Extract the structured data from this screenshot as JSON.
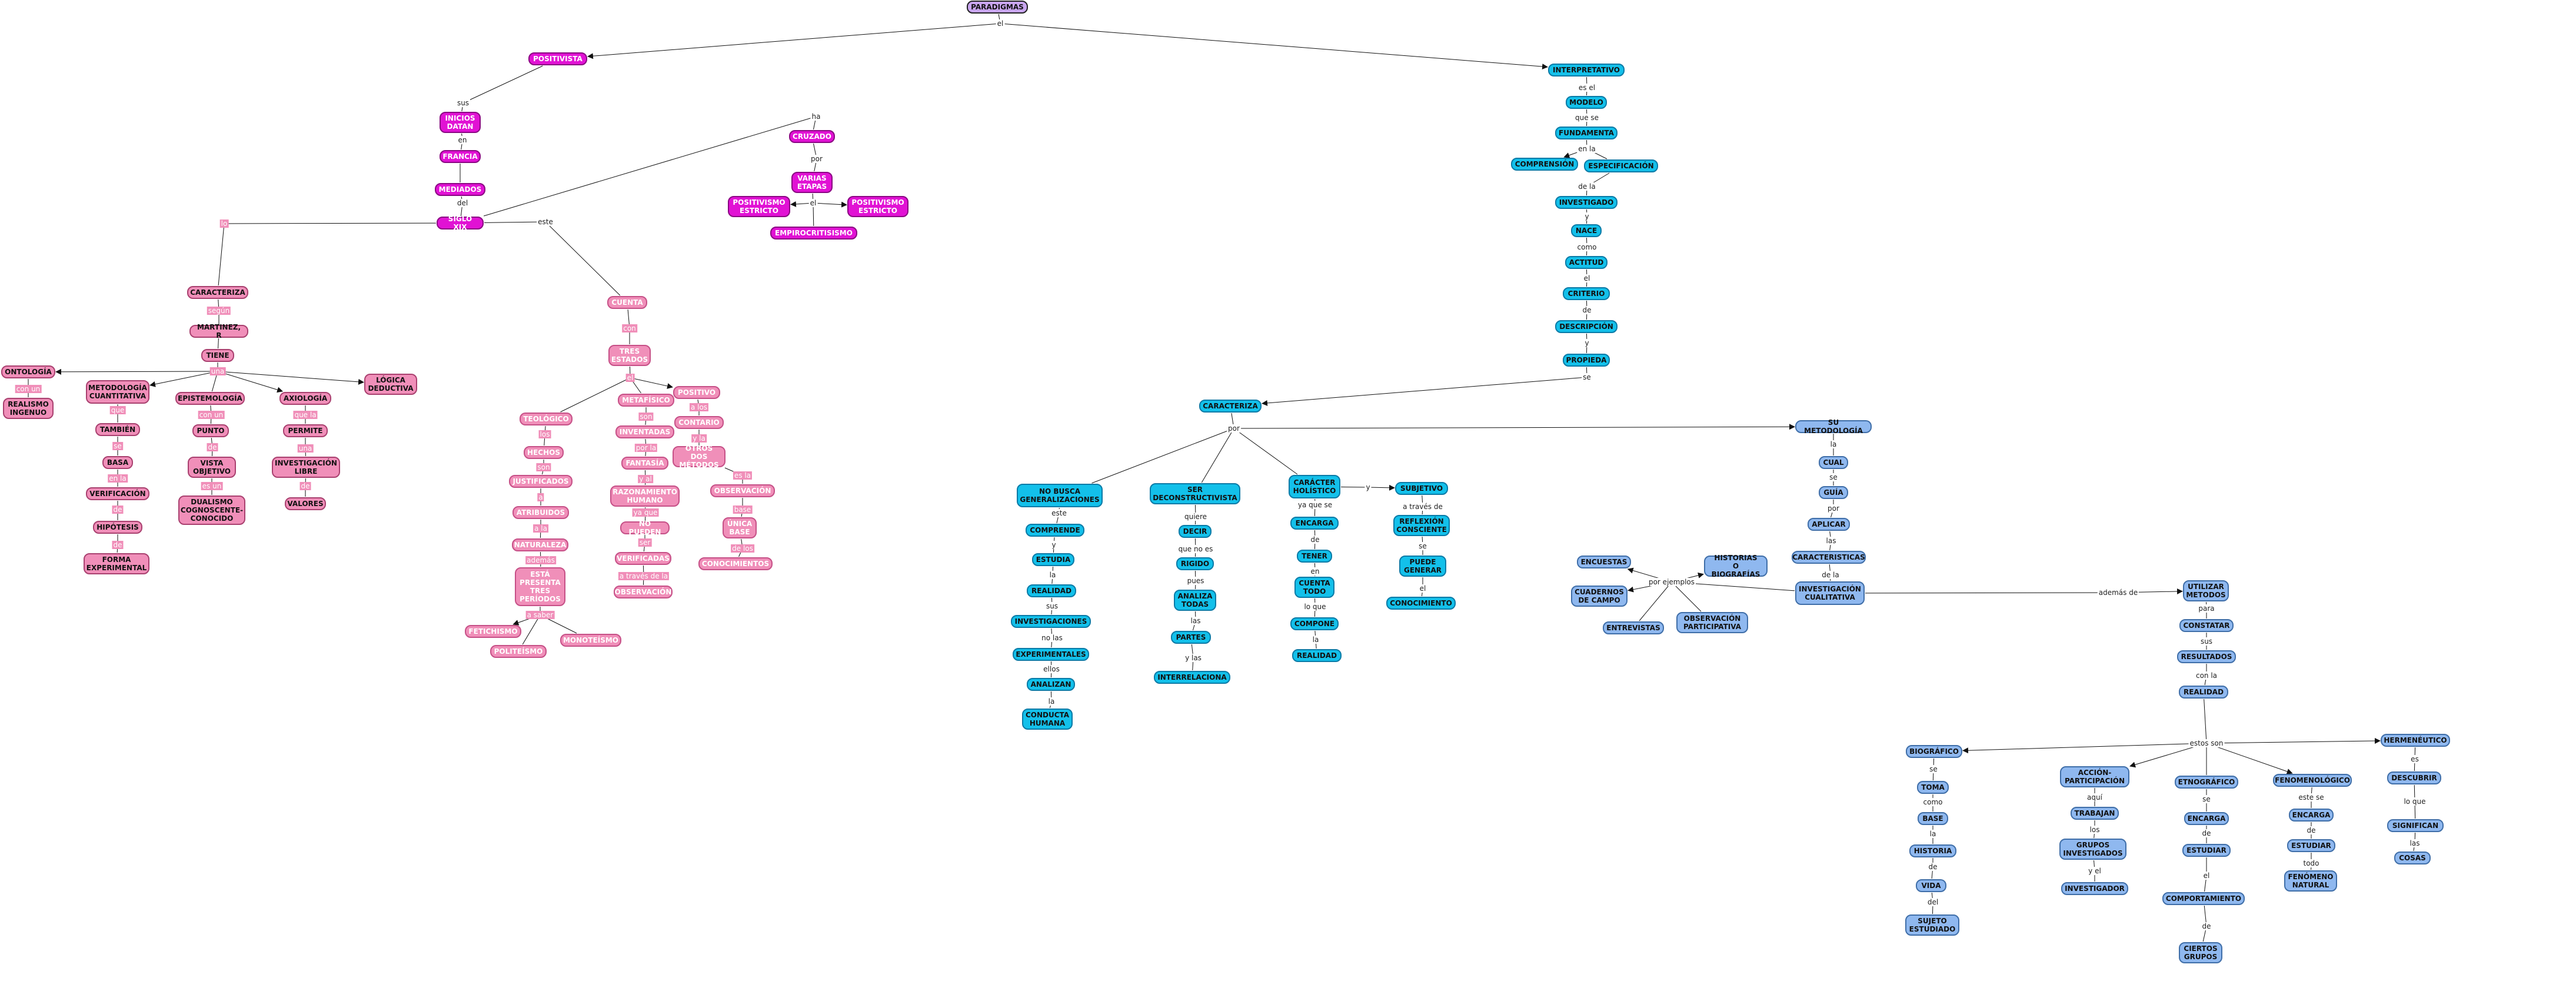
{
  "nodes": [
    {
      "id": "paradigmas",
      "text": "PARADIGMAS",
      "style": "root"
    },
    {
      "id": "positivista",
      "text": "POSITIVISTA",
      "style": "mag"
    },
    {
      "id": "inicios",
      "text": "INICIOS\nDATAN",
      "style": "mag"
    },
    {
      "id": "francia",
      "text": "FRANCIA",
      "style": "mag"
    },
    {
      "id": "mediados",
      "text": "MEDIADOS",
      "style": "mag"
    },
    {
      "id": "sigloxix",
      "text": "SIGLO XIX",
      "style": "mag"
    },
    {
      "id": "cruzado",
      "text": "CRUZADO",
      "style": "mag"
    },
    {
      "id": "varias",
      "text": "VARIAS\nETAPAS",
      "style": "mag"
    },
    {
      "id": "posestricto",
      "text": "POSITIVISMO\nESTRICTO",
      "style": "mag"
    },
    {
      "id": "posestricto2",
      "text": "POSITIVISMO\nESTRICTO",
      "style": "mag"
    },
    {
      "id": "empirio",
      "text": "EMPIROCRITISISMO",
      "style": "mag"
    },
    {
      "id": "caracteriza1",
      "text": "CARACTERIZA",
      "style": "pinkd"
    },
    {
      "id": "martinez",
      "text": "MARTINEZ, R",
      "style": "pinkd"
    },
    {
      "id": "tiene",
      "text": "TIENE",
      "style": "pinkd"
    },
    {
      "id": "ontologia",
      "text": "ONTOLOGÍA",
      "style": "pinkd"
    },
    {
      "id": "realismo",
      "text": "REALISMO\nINGENUO",
      "style": "pinkd"
    },
    {
      "id": "metodologia",
      "text": "METODOLOGÍA\nCUANTITATIVA",
      "style": "pinkd"
    },
    {
      "id": "tambien",
      "text": "TAMBIÉN",
      "style": "pinkd"
    },
    {
      "id": "basa",
      "text": "BASA",
      "style": "pinkd"
    },
    {
      "id": "verificacion",
      "text": "VERIFICACIÓN",
      "style": "pinkd"
    },
    {
      "id": "hipotesis",
      "text": "HIPÓTESIS",
      "style": "pinkd"
    },
    {
      "id": "forma",
      "text": "FORMA\nEXPERIMENTAL",
      "style": "pinkd"
    },
    {
      "id": "epistemologia",
      "text": "EPISTEMOLOGÍA",
      "style": "pinkd"
    },
    {
      "id": "punto",
      "text": "PUNTO",
      "style": "pinkd"
    },
    {
      "id": "vista",
      "text": "VISTA\nOBJETIVO",
      "style": "pinkd"
    },
    {
      "id": "dualismo",
      "text": "DUALISMO\nCOGNOSCENTE-\nCONOCIDO",
      "style": "pinkd"
    },
    {
      "id": "axiologia",
      "text": "AXIOLOGÍA",
      "style": "pinkd"
    },
    {
      "id": "permite",
      "text": "PERMITE",
      "style": "pinkd"
    },
    {
      "id": "investlibre",
      "text": "INVESTIGACIÓN\nLIBRE",
      "style": "pinkd"
    },
    {
      "id": "valores",
      "text": "VALORES",
      "style": "pinkd"
    },
    {
      "id": "logica",
      "text": "LÓGICA\nDEDUCTIVA",
      "style": "pinkd"
    },
    {
      "id": "cuenta",
      "text": "CUENTA",
      "style": "pink"
    },
    {
      "id": "tres",
      "text": "TRES\nESTADOS",
      "style": "pink"
    },
    {
      "id": "teologico",
      "text": "TEOLÓGICO",
      "style": "pink"
    },
    {
      "id": "hechos",
      "text": "HECHOS",
      "style": "pink"
    },
    {
      "id": "justificados",
      "text": "JUSTIFICADOS",
      "style": "pink"
    },
    {
      "id": "atribuidos",
      "text": "ATRIBUIDOS",
      "style": "pink"
    },
    {
      "id": "naturaleza",
      "text": "NATURALEZA",
      "style": "pink"
    },
    {
      "id": "esta",
      "text": "ESTÁ\nPRESENTA\nTRES\nPERÍODOS",
      "style": "pink"
    },
    {
      "id": "fetichismo",
      "text": "FETICHISMO",
      "style": "pink"
    },
    {
      "id": "politeismo",
      "text": "POLITEÍSMO",
      "style": "pink"
    },
    {
      "id": "monoteismo",
      "text": "MONOTEÍSMO",
      "style": "pink"
    },
    {
      "id": "metafisico",
      "text": "METAFÍSICO",
      "style": "pink"
    },
    {
      "id": "inventadas",
      "text": "INVENTADAS",
      "style": "pink"
    },
    {
      "id": "fantasia",
      "text": "FANTASÍA",
      "style": "pink"
    },
    {
      "id": "razonamiento",
      "text": "RAZONAMIENTO\nHUMANO",
      "style": "pink"
    },
    {
      "id": "nopueden",
      "text": "NO PUEDEN",
      "style": "pink"
    },
    {
      "id": "verificadas",
      "text": "VERIFICADAS",
      "style": "pink"
    },
    {
      "id": "observacion1",
      "text": "OBSERVACIÓN",
      "style": "pink"
    },
    {
      "id": "positivo",
      "text": "POSITIVO",
      "style": "pink"
    },
    {
      "id": "contario",
      "text": "CONTARIO",
      "style": "pink"
    },
    {
      "id": "otros",
      "text": "OTROS DOS\nMÉTODOS",
      "style": "pink"
    },
    {
      "id": "observacion2",
      "text": "OBSERVACIÓN",
      "style": "pink"
    },
    {
      "id": "unica",
      "text": "ÚNICA\nBASE",
      "style": "pink"
    },
    {
      "id": "conocimientos",
      "text": "CONOCIMIENTOS",
      "style": "pink"
    },
    {
      "id": "interpretativo",
      "text": "INTERPRETATIVO",
      "style": "cyan"
    },
    {
      "id": "modelo",
      "text": "MODELO",
      "style": "cyan"
    },
    {
      "id": "fundamenta",
      "text": "FUNDAMENTA",
      "style": "cyan"
    },
    {
      "id": "comprension",
      "text": "COMPRENSIÓN",
      "style": "cyan"
    },
    {
      "id": "especificacion",
      "text": "ESPECIFICACIÓN",
      "style": "cyan"
    },
    {
      "id": "investigado",
      "text": "INVESTIGADO",
      "style": "cyan"
    },
    {
      "id": "nace",
      "text": "NACE",
      "style": "cyan"
    },
    {
      "id": "actitud",
      "text": "ACTITUD",
      "style": "cyan"
    },
    {
      "id": "criterio",
      "text": "CRITERIO",
      "style": "cyan"
    },
    {
      "id": "descripcion",
      "text": "DESCRIPCIÓN",
      "style": "cyan"
    },
    {
      "id": "propiedad",
      "text": "PROPIEDA",
      "style": "cyan"
    },
    {
      "id": "caracteriza2",
      "text": "CARACTERIZA",
      "style": "cyan"
    },
    {
      "id": "nobusca",
      "text": "NO BUSCA\nGENERALIZACIONES",
      "style": "cyan"
    },
    {
      "id": "comprende",
      "text": "COMPRENDE",
      "style": "cyan"
    },
    {
      "id": "estudia",
      "text": "ESTUDIA",
      "style": "cyan"
    },
    {
      "id": "realidad1",
      "text": "REALIDAD",
      "style": "cyan"
    },
    {
      "id": "investigaciones",
      "text": "INVESTIGACIONES",
      "style": "cyan"
    },
    {
      "id": "experimentales",
      "text": "EXPERIMENTALES",
      "style": "cyan"
    },
    {
      "id": "analizan",
      "text": "ANALIZAN",
      "style": "cyan"
    },
    {
      "id": "conducta",
      "text": "CONDUCTA\nHUMANA",
      "style": "cyan"
    },
    {
      "id": "ser",
      "text": "SER\nDECONSTRUCTIVISTA",
      "style": "cyan"
    },
    {
      "id": "decir",
      "text": "DECIR",
      "style": "cyan"
    },
    {
      "id": "rigido",
      "text": "RIGIDO",
      "style": "cyan"
    },
    {
      "id": "analiza",
      "text": "ANALIZA\nTODAS",
      "style": "cyan"
    },
    {
      "id": "partes",
      "text": "PARTES",
      "style": "cyan"
    },
    {
      "id": "interrelaciona",
      "text": "INTERRELACIONA",
      "style": "cyan"
    },
    {
      "id": "caracter",
      "text": "CARÁCTER\nHOLÍSTICO",
      "style": "cyan"
    },
    {
      "id": "encarga1",
      "text": "ENCARGA",
      "style": "cyan"
    },
    {
      "id": "tener",
      "text": "TENER",
      "style": "cyan"
    },
    {
      "id": "cuentatodo",
      "text": "CUENTA\nTODO",
      "style": "cyan"
    },
    {
      "id": "compone",
      "text": "COMPONE",
      "style": "cyan"
    },
    {
      "id": "realidad2",
      "text": "REALIDAD",
      "style": "cyan"
    },
    {
      "id": "subjetivo",
      "text": "SUBJETIVO",
      "style": "cyan"
    },
    {
      "id": "reflexion",
      "text": "REFLEXIÓN\nCONSCIENTE",
      "style": "cyan"
    },
    {
      "id": "puede",
      "text": "PUEDE\nGENERAR",
      "style": "cyan"
    },
    {
      "id": "conocimiento",
      "text": "CONOCIMIENTO",
      "style": "cyan"
    },
    {
      "id": "sumetodologia",
      "text": "SU METODOLOGÍA",
      "style": "blue"
    },
    {
      "id": "cual",
      "text": "CUAL",
      "style": "blue"
    },
    {
      "id": "guia",
      "text": "GUÍA",
      "style": "blue"
    },
    {
      "id": "aplicar",
      "text": "APLICAR",
      "style": "blue"
    },
    {
      "id": "caracteristicas",
      "text": "CARACTERISTICAS",
      "style": "blue"
    },
    {
      "id": "invcual",
      "text": "INVESTIGACIÓN\nCUALITATIVA",
      "style": "blue"
    },
    {
      "id": "encuestas",
      "text": "ENCUESTAS",
      "style": "blue"
    },
    {
      "id": "historias",
      "text": "HISTORIAS\nO BIOGRAFÍAS",
      "style": "blue"
    },
    {
      "id": "cuadernos",
      "text": "CUADERNOS\nDE CAMPO",
      "style": "blue"
    },
    {
      "id": "entrevistas",
      "text": "ENTREVISTAS",
      "style": "blue"
    },
    {
      "id": "observpart",
      "text": "OBSERVACIÓN\nPARTICIPATIVA",
      "style": "blue"
    },
    {
      "id": "utilizar",
      "text": "UTILIZAR\nMETODOS",
      "style": "blue"
    },
    {
      "id": "constatar",
      "text": "CONSTATAR",
      "style": "blue"
    },
    {
      "id": "resultados",
      "text": "RESULTADOS",
      "style": "blue"
    },
    {
      "id": "realidad3",
      "text": "REALIDAD",
      "style": "blue"
    },
    {
      "id": "biografico",
      "text": "BIOGRÁFICO",
      "style": "blue"
    },
    {
      "id": "toma",
      "text": "TOMA",
      "style": "blue"
    },
    {
      "id": "base2",
      "text": "BASE",
      "style": "blue"
    },
    {
      "id": "historia",
      "text": "HISTORIA",
      "style": "blue"
    },
    {
      "id": "vida",
      "text": "VIDA",
      "style": "blue"
    },
    {
      "id": "sujeto",
      "text": "SUJETO\nESTUDIADO",
      "style": "blue"
    },
    {
      "id": "accion",
      "text": "ACCIÓN-\nPARTICIPACIÓN",
      "style": "blue"
    },
    {
      "id": "trabajan",
      "text": "TRABAJAN",
      "style": "blue"
    },
    {
      "id": "grupos",
      "text": "GRUPOS\nINVESTIGADOS",
      "style": "blue"
    },
    {
      "id": "investigador",
      "text": "INVESTIGADOR",
      "style": "blue"
    },
    {
      "id": "etnografico",
      "text": "ETNOGRÁFICO",
      "style": "blue"
    },
    {
      "id": "encarga2",
      "text": "ENCARGA",
      "style": "blue"
    },
    {
      "id": "estudiar1",
      "text": "ESTUDIAR",
      "style": "blue"
    },
    {
      "id": "comportamiento",
      "text": "COMPORTAMIENTO",
      "style": "blue"
    },
    {
      "id": "ciertos",
      "text": "CIERTOS\nGRUPOS",
      "style": "blue"
    },
    {
      "id": "fenomenologico",
      "text": "FENOMENOLÓGICO",
      "style": "blue"
    },
    {
      "id": "encarga3",
      "text": "ENCARGA",
      "style": "blue"
    },
    {
      "id": "estudiar2",
      "text": "ESTUDIAR",
      "style": "blue"
    },
    {
      "id": "fenomeno",
      "text": "FENÓMENO\nNATURAL",
      "style": "blue"
    },
    {
      "id": "hermeneutico",
      "text": "HERMENÉUTICO",
      "style": "blue"
    },
    {
      "id": "descubrir",
      "text": "DESCUBRIR",
      "style": "blue"
    },
    {
      "id": "significan",
      "text": "SIGNIFICAN",
      "style": "blue"
    },
    {
      "id": "cosas",
      "text": "COSAS",
      "style": "blue"
    }
  ],
  "labels": [
    {
      "id": "l_el",
      "text": "el",
      "style": "plain"
    },
    {
      "id": "l_sus",
      "text": "sus",
      "style": "plain"
    },
    {
      "id": "l_en",
      "text": "en",
      "style": "plain"
    },
    {
      "id": "l_del",
      "text": "del",
      "style": "plain"
    },
    {
      "id": "l_lo",
      "text": "lo",
      "style": "pink"
    },
    {
      "id": "l_este",
      "text": "este",
      "style": "plain"
    },
    {
      "id": "l_ha",
      "text": "ha",
      "style": "plain"
    },
    {
      "id": "l_por1",
      "text": "por",
      "style": "plain"
    },
    {
      "id": "l_pe",
      "text": "el",
      "style": "plain"
    },
    {
      "id": "l_segun",
      "text": "según",
      "style": "pink"
    },
    {
      "id": "l_una",
      "text": "una",
      "style": "pink"
    },
    {
      "id": "l_conun",
      "text": "con un",
      "style": "pink"
    },
    {
      "id": "l_que1",
      "text": "que",
      "style": "pink"
    },
    {
      "id": "l_se1",
      "text": "se",
      "style": "pink"
    },
    {
      "id": "l_enla",
      "text": "en la",
      "style": "pink"
    },
    {
      "id": "l_de1",
      "text": "de",
      "style": "pink"
    },
    {
      "id": "l_de2",
      "text": "de",
      "style": "pink"
    },
    {
      "id": "l_conun2",
      "text": "con un",
      "style": "pink"
    },
    {
      "id": "l_de3",
      "text": "de",
      "style": "pink"
    },
    {
      "id": "l_esun",
      "text": "es un",
      "style": "pink"
    },
    {
      "id": "l_quela",
      "text": "que la",
      "style": "pink"
    },
    {
      "id": "l_una2",
      "text": "una",
      "style": "pink"
    },
    {
      "id": "l_de4",
      "text": "de",
      "style": "pink"
    },
    {
      "id": "l_con",
      "text": "con",
      "style": "pink"
    },
    {
      "id": "l_el3",
      "text": "el",
      "style": "pink"
    },
    {
      "id": "l_los",
      "text": "los",
      "style": "pink"
    },
    {
      "id": "l_son",
      "text": "son",
      "style": "pink"
    },
    {
      "id": "l_a",
      "text": "a",
      "style": "pink"
    },
    {
      "id": "l_ala",
      "text": "a la",
      "style": "pink"
    },
    {
      "id": "l_ademas",
      "text": "además",
      "style": "pink"
    },
    {
      "id": "l_asaber",
      "text": "a saber",
      "style": "pink"
    },
    {
      "id": "l_son2",
      "text": "son",
      "style": "pink"
    },
    {
      "id": "l_porla",
      "text": "por la",
      "style": "pink"
    },
    {
      "id": "l_yal",
      "text": "y al",
      "style": "pink"
    },
    {
      "id": "l_yaque",
      "text": "ya que",
      "style": "pink"
    },
    {
      "id": "l_ser",
      "text": "ser",
      "style": "pink"
    },
    {
      "id": "l_atraves",
      "text": "a través de la",
      "style": "pink"
    },
    {
      "id": "l_alos",
      "text": "a los",
      "style": "pink"
    },
    {
      "id": "l_yla",
      "text": "y la",
      "style": "pink"
    },
    {
      "id": "l_esla",
      "text": "es la",
      "style": "pink"
    },
    {
      "id": "l_base",
      "text": "base",
      "style": "pink"
    },
    {
      "id": "l_delos",
      "text": "de los",
      "style": "pink"
    },
    {
      "id": "l_esel",
      "text": "es el",
      "style": "plain"
    },
    {
      "id": "l_quese",
      "text": "que se",
      "style": "plain"
    },
    {
      "id": "l_enla2",
      "text": "en la",
      "style": "plain"
    },
    {
      "id": "l_dela",
      "text": "de la",
      "style": "plain"
    },
    {
      "id": "l_y1",
      "text": "y",
      "style": "plain"
    },
    {
      "id": "l_como1",
      "text": "como",
      "style": "plain"
    },
    {
      "id": "l_el4",
      "text": "el",
      "style": "plain"
    },
    {
      "id": "l_de5",
      "text": "de",
      "style": "plain"
    },
    {
      "id": "l_y2",
      "text": "y",
      "style": "plain"
    },
    {
      "id": "l_se2",
      "text": "se",
      "style": "plain"
    },
    {
      "id": "l_por2",
      "text": "por",
      "style": "plain"
    },
    {
      "id": "l_este2",
      "text": "este",
      "style": "plain"
    },
    {
      "id": "l_y3",
      "text": "y",
      "style": "plain"
    },
    {
      "id": "l_la1",
      "text": "la",
      "style": "plain"
    },
    {
      "id": "l_sus2",
      "text": "sus",
      "style": "plain"
    },
    {
      "id": "l_nolas",
      "text": "no las",
      "style": "plain"
    },
    {
      "id": "l_ellos",
      "text": "ellos",
      "style": "plain"
    },
    {
      "id": "l_la2",
      "text": "la",
      "style": "plain"
    },
    {
      "id": "l_quiere",
      "text": "quiere",
      "style": "plain"
    },
    {
      "id": "l_quenoes",
      "text": "que no es",
      "style": "plain"
    },
    {
      "id": "l_pues",
      "text": "pues",
      "style": "plain"
    },
    {
      "id": "l_las",
      "text": "las",
      "style": "plain"
    },
    {
      "id": "l_ylas",
      "text": "y las",
      "style": "plain"
    },
    {
      "id": "l_yaque2",
      "text": "ya que se",
      "style": "plain"
    },
    {
      "id": "l_de6",
      "text": "de",
      "style": "plain"
    },
    {
      "id": "l_en2",
      "text": "en",
      "style": "plain"
    },
    {
      "id": "l_loque",
      "text": "lo que",
      "style": "plain"
    },
    {
      "id": "l_la3",
      "text": "la",
      "style": "plain"
    },
    {
      "id": "l_y4",
      "text": "y",
      "style": "plain"
    },
    {
      "id": "l_atraves2",
      "text": "a través de",
      "style": "plain"
    },
    {
      "id": "l_se3",
      "text": "se",
      "style": "plain"
    },
    {
      "id": "l_el5",
      "text": "el",
      "style": "plain"
    },
    {
      "id": "l_la4",
      "text": "la",
      "style": "plain"
    },
    {
      "id": "l_se4",
      "text": "se",
      "style": "plain"
    },
    {
      "id": "l_por3",
      "text": "por",
      "style": "plain"
    },
    {
      "id": "l_las2",
      "text": "las",
      "style": "plain"
    },
    {
      "id": "l_dela2",
      "text": "de la",
      "style": "plain"
    },
    {
      "id": "l_porejemplos",
      "text": "por ejemplos",
      "style": "plain"
    },
    {
      "id": "l_ademasde",
      "text": "además de",
      "style": "plain"
    },
    {
      "id": "l_para",
      "text": "para",
      "style": "plain"
    },
    {
      "id": "l_sus3",
      "text": "sus",
      "style": "plain"
    },
    {
      "id": "l_conla",
      "text": "con la",
      "style": "plain"
    },
    {
      "id": "l_estosson",
      "text": "estos son",
      "style": "plain"
    },
    {
      "id": "l_se5",
      "text": "se",
      "style": "plain"
    },
    {
      "id": "l_como2",
      "text": "como",
      "style": "plain"
    },
    {
      "id": "l_la5",
      "text": "la",
      "style": "plain"
    },
    {
      "id": "l_de7",
      "text": "de",
      "style": "plain"
    },
    {
      "id": "l_del2",
      "text": "del",
      "style": "plain"
    },
    {
      "id": "l_aqui",
      "text": "aquí",
      "style": "plain"
    },
    {
      "id": "l_los2",
      "text": "los",
      "style": "plain"
    },
    {
      "id": "l_yel",
      "text": "y el",
      "style": "plain"
    },
    {
      "id": "l_se6",
      "text": "se",
      "style": "plain"
    },
    {
      "id": "l_de8",
      "text": "de",
      "style": "plain"
    },
    {
      "id": "l_el6",
      "text": "el",
      "style": "plain"
    },
    {
      "id": "l_de9",
      "text": "de",
      "style": "plain"
    },
    {
      "id": "l_estese",
      "text": "este se",
      "style": "plain"
    },
    {
      "id": "l_de10",
      "text": "de",
      "style": "plain"
    },
    {
      "id": "l_todo",
      "text": "todo",
      "style": "plain"
    },
    {
      "id": "l_es",
      "text": "es",
      "style": "plain"
    },
    {
      "id": "l_loque2",
      "text": "lo que",
      "style": "plain"
    },
    {
      "id": "l_las3",
      "text": "las",
      "style": "plain"
    }
  ]
}
